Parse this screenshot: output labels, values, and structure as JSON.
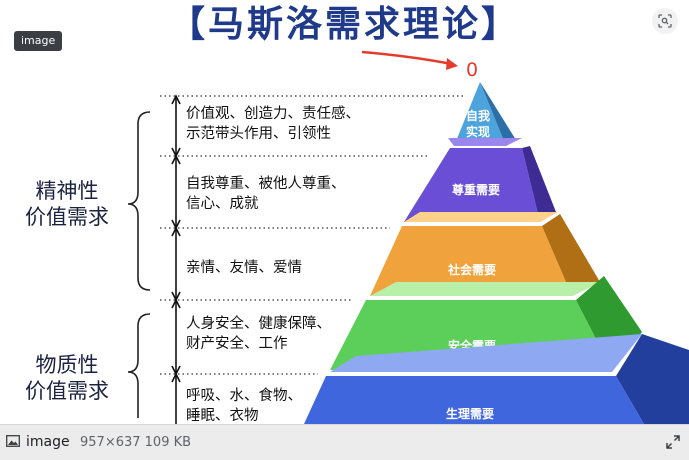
{
  "viewer": {
    "badge_label": "image",
    "lens_icon": "lens-icon",
    "expand_icon": "expand-icon",
    "footer": {
      "type_label": "image",
      "meta": "957×637 109 KB"
    }
  },
  "diagram": {
    "title": "【马斯洛需求理论】",
    "zero_marker": "0",
    "left_groups": [
      {
        "line1": "精神性",
        "line2": "价值需求"
      },
      {
        "line1": "物质性",
        "line2": "价值需求"
      }
    ],
    "tiers": [
      {
        "name": "自我实现",
        "line1": "自我",
        "line2": "实现",
        "desc1": "价值观、创造力、责任感、",
        "desc2": "示范带头作用、引领性",
        "color": "#4da3dc"
      },
      {
        "name": "尊重需要",
        "desc1": "自我尊重、被他人尊重、",
        "desc2": "信心、成就",
        "color": "#6a4fd6"
      },
      {
        "name": "社会需要",
        "desc1": "亲情、友情、爱情",
        "desc2": "",
        "color": "#f0a33c"
      },
      {
        "name": "安全需要",
        "desc1": "人身安全、健康保障、",
        "desc2": "财产安全、工作",
        "color": "#5ccf5a"
      },
      {
        "name": "生理需要",
        "desc1": "呼吸、水、食物、",
        "desc2": "睡眠、衣物",
        "color": "#3f66dd"
      }
    ],
    "colors": {
      "title": "#1f3a8a",
      "arrow": "#e53b2c"
    }
  }
}
